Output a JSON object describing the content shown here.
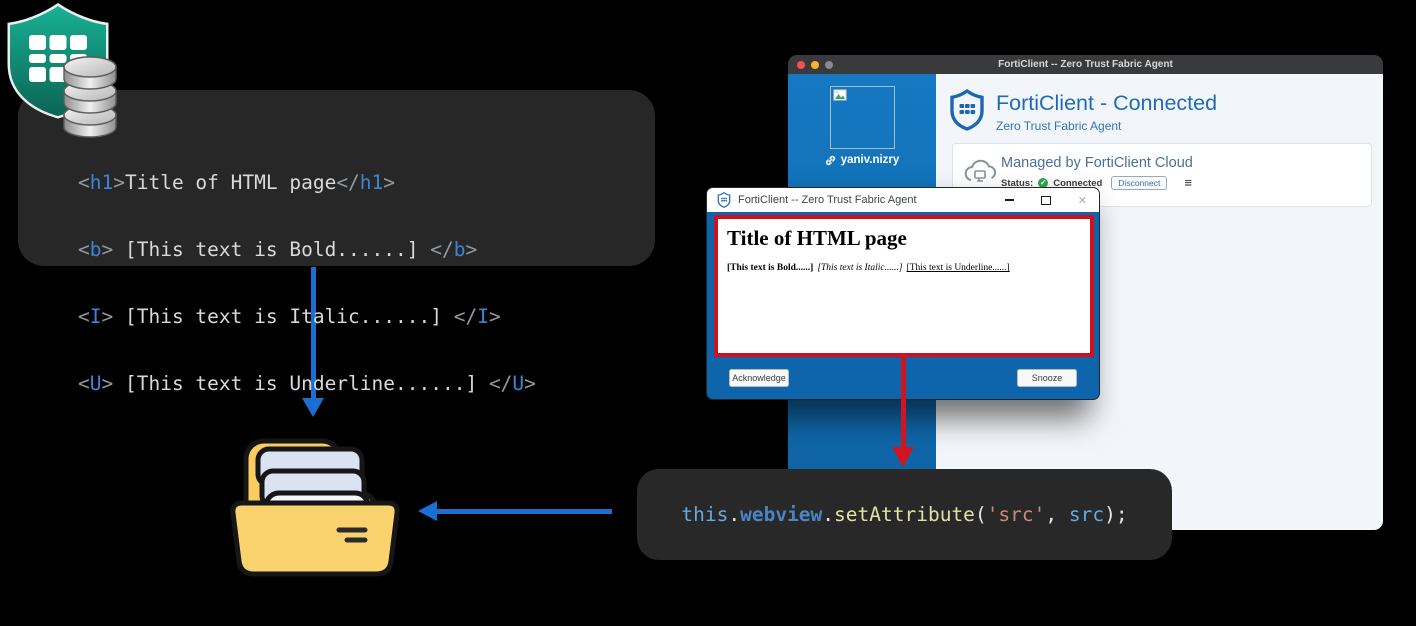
{
  "colors": {
    "background": "#000000",
    "arrow_blue": "#1b6fd3",
    "alert_red": "#d01420",
    "forticlient_blue": "#1273ba",
    "fortinet_green": "#13997d",
    "code_tag_blue": "#3b85d8",
    "header_blue": "#1f6cb5"
  },
  "code_snippet_html": {
    "lines": [
      [
        "<",
        "h1",
        ">",
        "Title of HTML page",
        "</",
        "h1",
        ">"
      ],
      [
        "<",
        "b",
        "> ",
        "[This text is Bold......] ",
        "</",
        "b",
        ">"
      ],
      [
        "<",
        "I",
        "> ",
        "[This text is Italic......] ",
        "</",
        "I",
        ">"
      ],
      [
        "<",
        "U",
        "> ",
        "[This text is Underline......] ",
        "</",
        "U",
        ">"
      ]
    ]
  },
  "code_snippet_webview": {
    "tokens": [
      "this",
      ".",
      "webview",
      ".",
      "setAttribute",
      "(",
      "'src'",
      ", ",
      "src",
      ");"
    ]
  },
  "main_window": {
    "title": "FortiClient -- Zero Trust Fabric Agent",
    "sidebar": {
      "username": "yaniv.nizry"
    },
    "header": {
      "title": "FortiClient - Connected",
      "subtitle": "Zero Trust Fabric Agent"
    },
    "managed_card": {
      "title": "Managed by FortiClient Cloud",
      "status_label": "Status:",
      "status_value": "Connected",
      "disconnect_button": "Disconnect"
    }
  },
  "popup_window": {
    "title": "FortiClient -- Zero Trust Fabric Agent",
    "rendered_page": {
      "heading": "Title of HTML page",
      "bold_text": "[This text is Bold......]",
      "italic_text": "[This text is Italic......]",
      "underline_text": "[This text is Underline......]"
    },
    "acknowledge_button": "Acknowledge",
    "snooze_button": "Snooze"
  }
}
